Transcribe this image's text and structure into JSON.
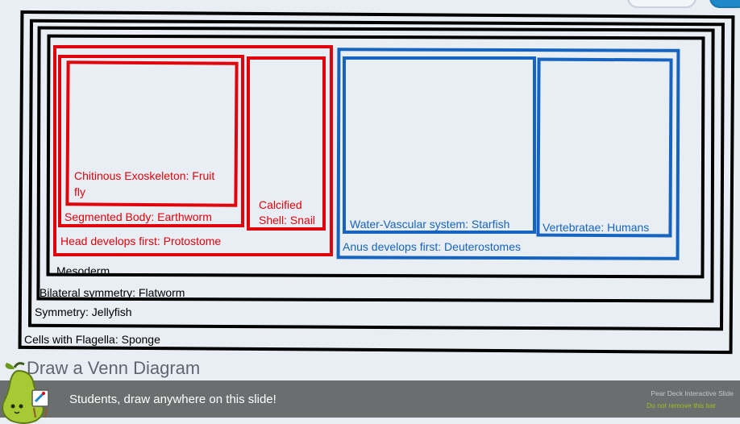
{
  "diagram": {
    "labels": {
      "sponge": "Cells with Flagella: Sponge",
      "jellyfish": "Symmetry: Jellyfish",
      "flatworm": "Bilateral symmetry: Flatworm",
      "mesoderm": "Mesoderm",
      "protostome": "Head develops first: Protostome",
      "earthworm": "Segmented Body: Earthworm",
      "fruitfly": "Chitinous Exoskeleton: Fruit fly",
      "snail": "Calcified Shell: Snail",
      "deuterostome": "Anus develops first: Deuterostomes",
      "starfish": "Water-Vascular system: Starfish",
      "humans": "Vertebratae: Humans"
    },
    "colors": {
      "protostome": "#e0040b",
      "deuterostome": "#1565c0",
      "outer": "#000000"
    }
  },
  "slide": {
    "title": "Draw a Venn Diagram"
  },
  "peardeck": {
    "instruction": "Students, draw anywhere on this slide!",
    "brand": "Pear Deck Interactive Slide",
    "notice": "Do not remove this bar"
  }
}
